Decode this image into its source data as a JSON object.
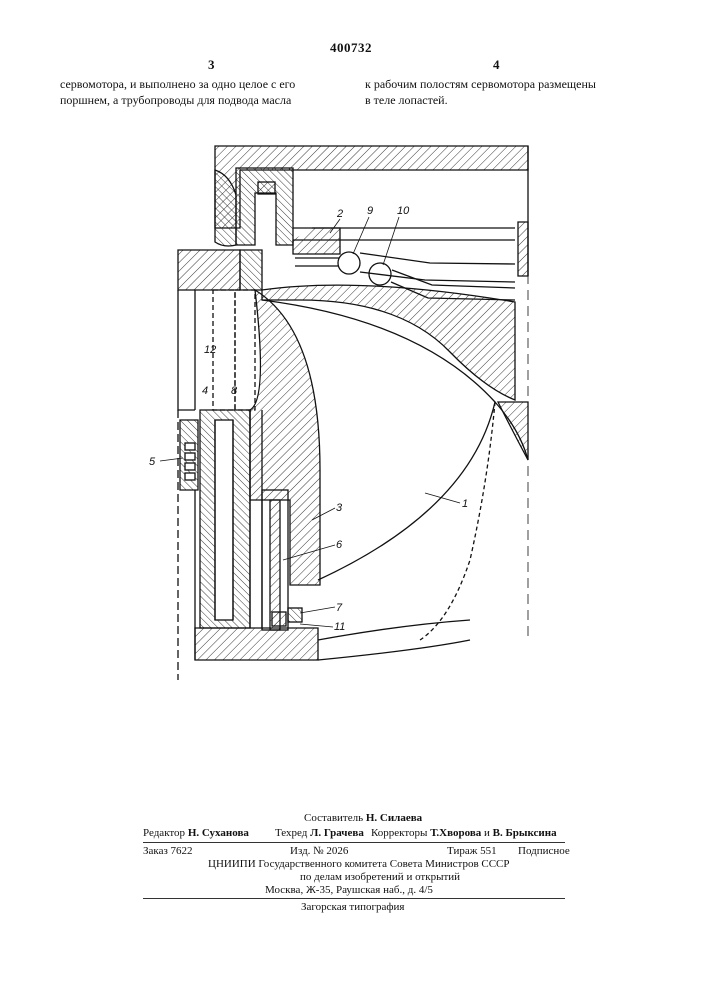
{
  "header": {
    "patent_number": "400732",
    "col_left": "3",
    "col_right": "4"
  },
  "text": {
    "left_line1": "сервомотора, и выполнено за одно целое с его",
    "left_line2": "поршнем, а трубопроводы для подвода масла",
    "right_line1": "к рабочим полостям сервомотора размещены",
    "right_line2": "в теле лопастей."
  },
  "figure": {
    "labels": [
      "1",
      "2",
      "3",
      "4",
      "5",
      "6",
      "7",
      "8",
      "9",
      "10",
      "11",
      "12"
    ]
  },
  "imprint": {
    "compiler_role": "Составитель",
    "compiler_name": "Н. Силаева",
    "editor_role": "Редактор",
    "editor_name": "Н. Суханова",
    "techred_role": "Техред",
    "techred_name": "Л. Грачева",
    "correctors_role": "Корректоры",
    "corrector1": "Т.Хворова",
    "and": "и",
    "corrector2": "В. Брыксина",
    "order": "Заказ 7622",
    "edition": "Изд. № 2026",
    "circulation": "Тираж 551",
    "subscription": "Подписное",
    "org1": "ЦНИИПИ Государственного комитета Совета Министров СССР",
    "org2": "по делам изобретений и открытий",
    "address": "Москва, Ж-35, Раушская наб., д. 4/5",
    "printer": "Загорская типография"
  }
}
